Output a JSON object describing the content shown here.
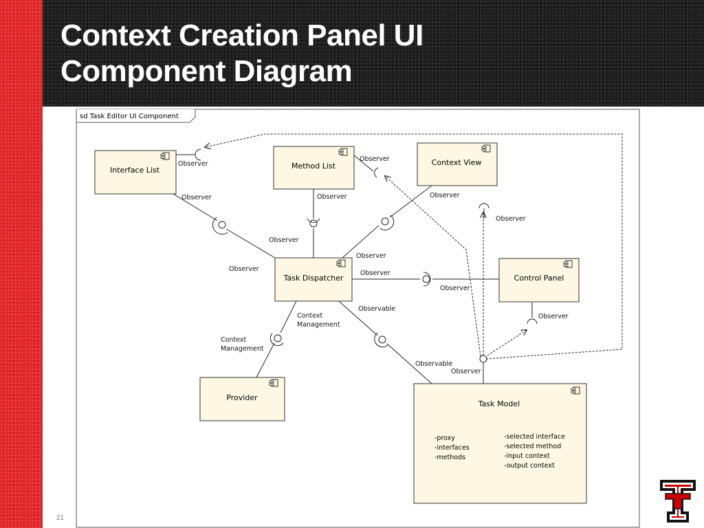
{
  "slide": {
    "title_line1": "Context Creation Panel UI",
    "title_line2": "Component Diagram",
    "page_number": "21"
  },
  "colors": {
    "accent_red": "#e3262a",
    "header_dark": "#1e1e1e",
    "component_fill": "#fdf7e3",
    "line": "#222222"
  },
  "diagram": {
    "frame_label": "sd Task Editor UI Component",
    "components": {
      "interface_list": "Interface List",
      "method_list": "Method List",
      "context_view": "Context View",
      "task_dispatcher": "Task Dispatcher",
      "control_panel": "Control Panel",
      "provider": "Provider",
      "task_model": "Task Model"
    },
    "task_model_attrs": {
      "left": [
        "-proxy",
        "-interfaces",
        "-methods"
      ],
      "right": [
        "-selected interface",
        "-selected method",
        "-input context",
        "-output context"
      ]
    },
    "labels": {
      "observer": "Observer",
      "observable": "Observable",
      "context": "Context",
      "management": "Management"
    }
  }
}
